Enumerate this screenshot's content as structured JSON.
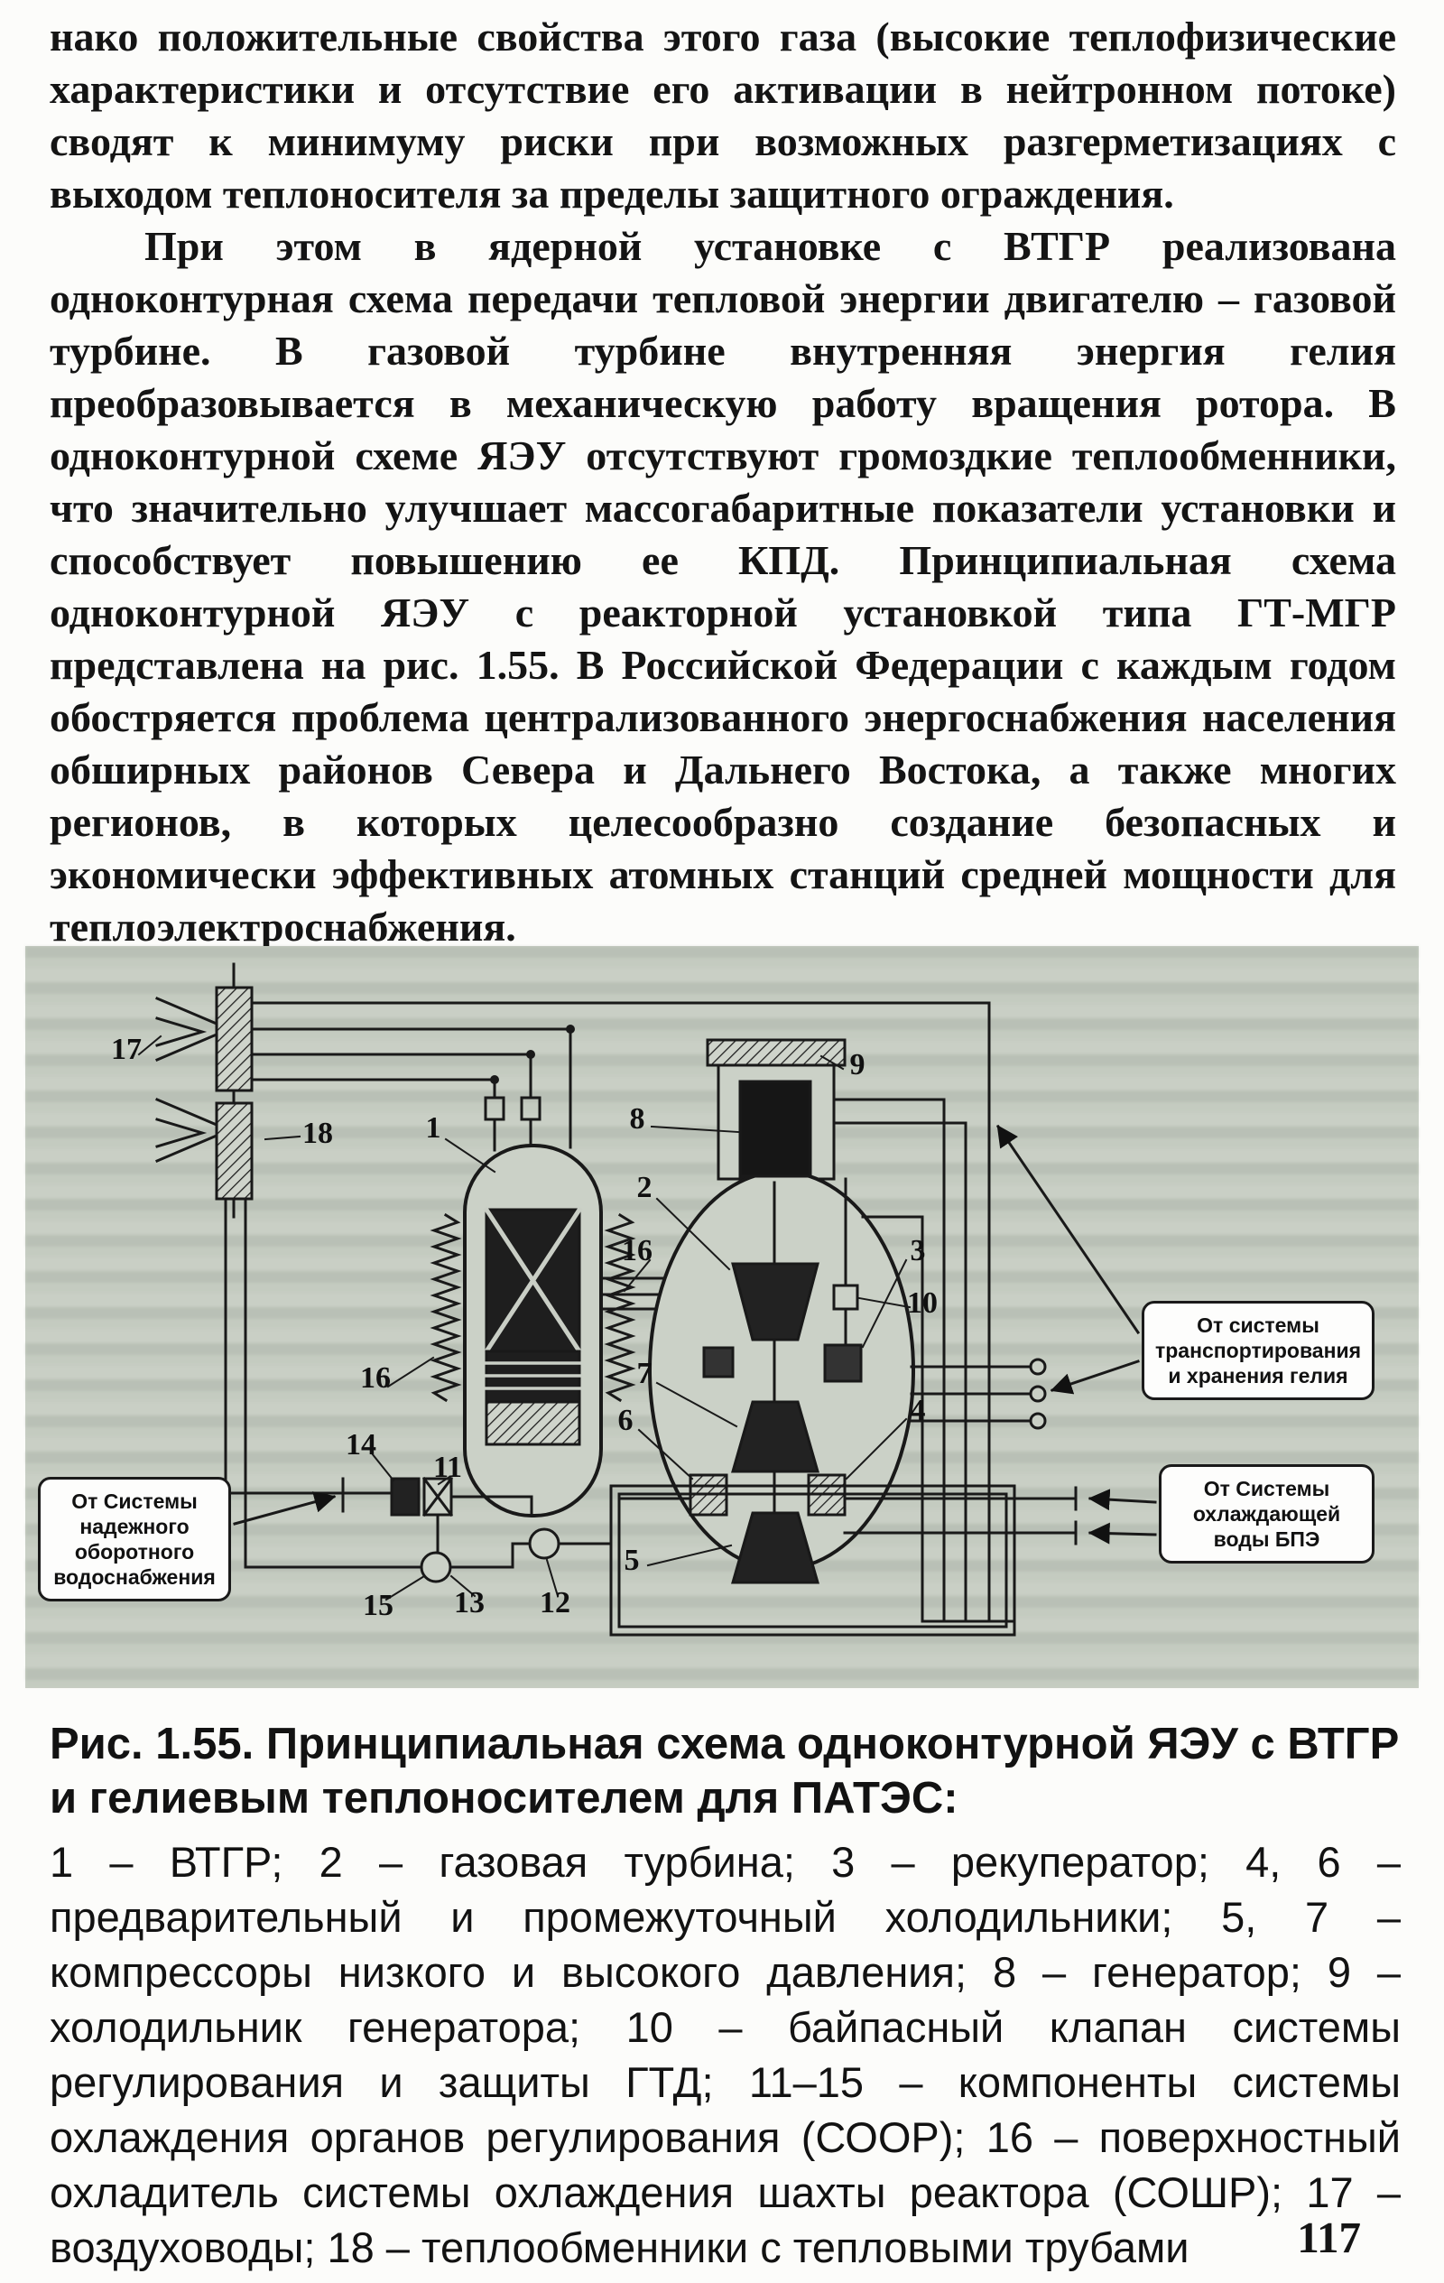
{
  "page": {
    "number": "117"
  },
  "colors": {
    "figure_bg": "#c9cfc5",
    "ink": "#141414"
  },
  "body": {
    "paragraph1": "нако положительные свойства этого газа (высокие теплофизические характеристики и отсутствие его активации в нейтронном потоке) сводят к минимуму риски при возможных разгерметизациях с выходом теплоносителя за пределы защитного ограждения.",
    "paragraph2": "При этом в ядерной установке с ВТГР реализована одноконтурная схема передачи тепловой энергии двигателю – газовой турбине. В газовой турбине внутренняя энергия гелия преобразовывается в механическую работу вращения ротора. В одноконтурной схеме ЯЭУ отсутствуют громоздкие теплообменники, что значительно улучшает массогабаритные показатели установки и способствует повышению ее КПД. Принципиальная схема одноконтурной ЯЭУ с реакторной установкой типа ГТ-МГР представлена на рис. 1.55. В Российской Федерации с каждым годом обостряется проблема централизованного энергоснабжения населения обширных районов Севера и Дальнего Востока, а также многих регионов, в которых целесообразно создание безопасных и экономически эффективных атомных станций средней мощности для теплоэлектроснабжения."
  },
  "figure": {
    "callouts": {
      "helium": "От системы\nтранспортирования\nи хранения гелия",
      "water": "От Системы\nнадежного\nоборотного\nводоснабжения",
      "bpe": "От Системы\nохлаждающей\nводы БПЭ"
    },
    "labels": {
      "n1": "1",
      "n2": "2",
      "n3": "3",
      "n4": "4",
      "n5": "5",
      "n6": "6",
      "n7": "7",
      "n8": "8",
      "n9": "9",
      "n10": "10",
      "n11": "11",
      "n12": "12",
      "n13": "13",
      "n14": "14",
      "n15": "15",
      "n16l": "16",
      "n16r": "16",
      "n17": "17",
      "n18": "18"
    }
  },
  "caption": {
    "title": "Рис. 1.55. Принципиальная схема одноконтурной ЯЭУ с ВТГР и гелиевым теплоносителем для ПАТЭС:",
    "legend": "1 – ВТГР; 2 – газовая турбина; 3 – рекуператор; 4, 6 – предварительный и промежуточный холодильники; 5, 7 – компрессоры низкого и высокого давления; 8 – генератор; 9 – холодильник генератора; 10 – байпасный клапан системы регулирования и защиты ГТД; 11–15 – компоненты системы охлаждения органов регулирования (СООР); 16 – поверхностный охладитель системы охлаждения шахты реактора (СОШР); 17 – воздуховоды; 18 – теплообменники с тепловыми трубами"
  }
}
